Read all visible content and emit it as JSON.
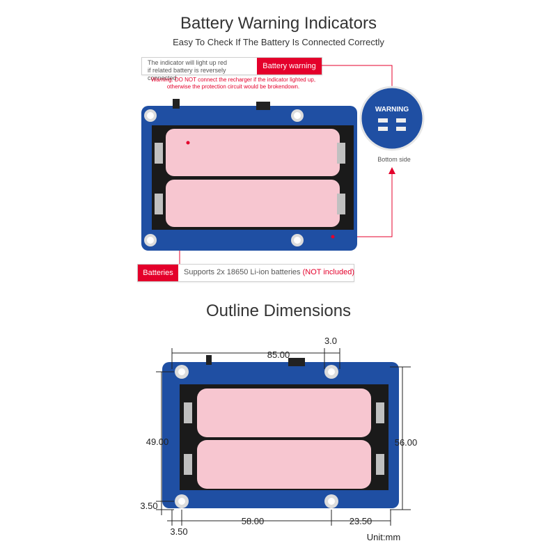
{
  "section1": {
    "title": "Battery Warning Indicators",
    "subtitle": "Easy To Check If The Battery Is Connected Correctly",
    "callout_text_line1": "The indicator will light up red",
    "callout_text_line2": "if related battery is reversely connected",
    "callout_tag": "Battery warning",
    "warning_line1": "Warning: DO NOT connect the recharger if the indicator lighted up,",
    "warning_line2": "otherwise the protection circuit would be brokendown.",
    "zoom_label": "WARNING",
    "bottom_side_label": "Bottom side",
    "batteries_tag": "Batteries",
    "batteries_text": "Supports 2x 18650 Li-ion batteries ",
    "batteries_note": "(NOT included)"
  },
  "section2": {
    "title": "Outline Dimensions",
    "dim_width": "85.00",
    "dim_hole_offset": "3.0",
    "dim_height_left": "49.00",
    "dim_height_right": "56.00",
    "dim_bottom_left": "3.50",
    "dim_left_bottom": "3.50",
    "dim_hole_span": "58.00",
    "dim_right_offset": "23.50",
    "unit": "Unit:mm"
  },
  "colors": {
    "accent_red": "#e4002b",
    "board_blue": "#1f4fa3",
    "battery_pink": "#f7c6d0",
    "holder_black": "#1a1a1a"
  }
}
